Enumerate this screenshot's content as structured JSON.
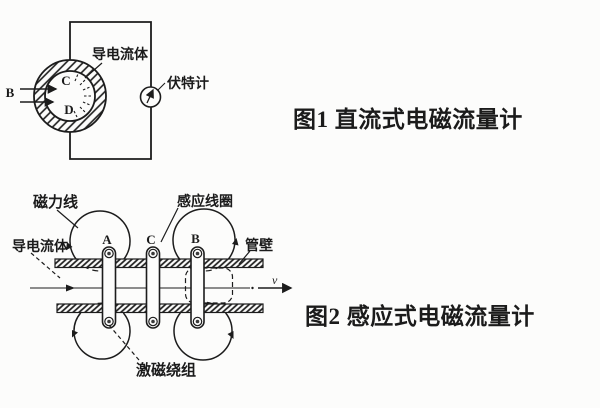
{
  "page": {
    "background": "#fcfcfb",
    "ink_color": "#1c1c1c"
  },
  "figure1": {
    "caption": "图1 直流式电磁流量计",
    "labels": {
      "conductive_fluid": "导电流体",
      "voltmeter": "伏特计",
      "magnetic_field": "B",
      "electrode_top": "C",
      "electrode_bottom": "D"
    }
  },
  "figure2": {
    "caption": "图2 感应式电磁流量计",
    "labels": {
      "magnetic_field_lines": "磁力线",
      "induction_coil": "感应线圈",
      "conductive_fluid": "导电流体",
      "pipe_wall": "管壁",
      "excitation_winding": "激磁绕组",
      "electrode_a": "A",
      "electrode_c": "C",
      "electrode_b": "B",
      "flow_velocity": "v"
    }
  }
}
